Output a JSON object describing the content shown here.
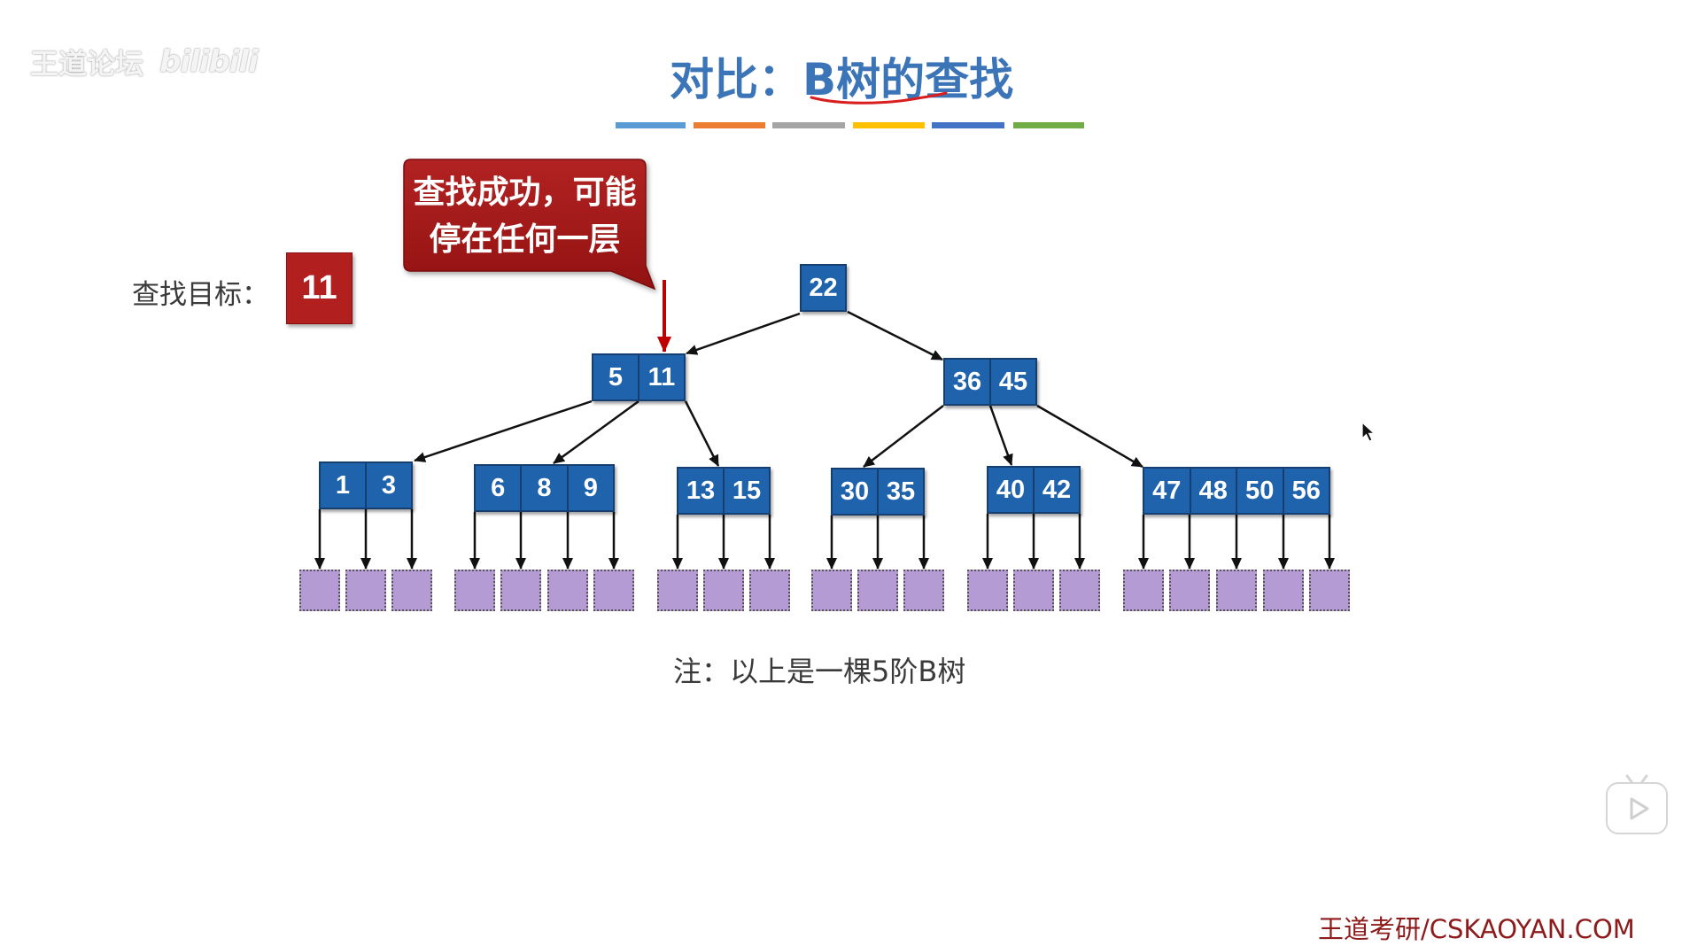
{
  "watermark": {
    "text": "王道论坛",
    "logo": "bilibili"
  },
  "title": {
    "prefix": "对比：",
    "main": "B树的查找"
  },
  "color_bar": [
    "#5b9bd5",
    "#ed7d31",
    "#a5a5a5",
    "#ffc000",
    "#4472c4",
    "#70ad47"
  ],
  "callout": {
    "line1": "查找成功，可能",
    "line2": "停在任何一层"
  },
  "target": {
    "label": "查找目标：",
    "value": "11"
  },
  "tree": {
    "nodes": [
      {
        "keys": [
          "22"
        ]
      },
      {
        "keys": [
          "5",
          "11"
        ]
      },
      {
        "keys": [
          "36",
          "45"
        ]
      },
      {
        "keys": [
          "1",
          "3"
        ]
      },
      {
        "keys": [
          "6",
          "8",
          "9"
        ]
      },
      {
        "keys": [
          "13",
          "15"
        ]
      },
      {
        "keys": [
          "30",
          "35"
        ]
      },
      {
        "keys": [
          "40",
          "42"
        ]
      },
      {
        "keys": [
          "47",
          "48",
          "50",
          "56"
        ]
      }
    ]
  },
  "note": "注：以上是一棵5阶B树",
  "footer": "王道考研/CSKAOYAN.COM",
  "colors": {
    "title": "#3b75b8",
    "node_fill": "#1f63ad",
    "accent_red": "#b21f1f",
    "leaf_fill": "#b59bd4"
  },
  "icons": {
    "cursor": "mouse-cursor-icon",
    "player": "play-button-icon"
  }
}
